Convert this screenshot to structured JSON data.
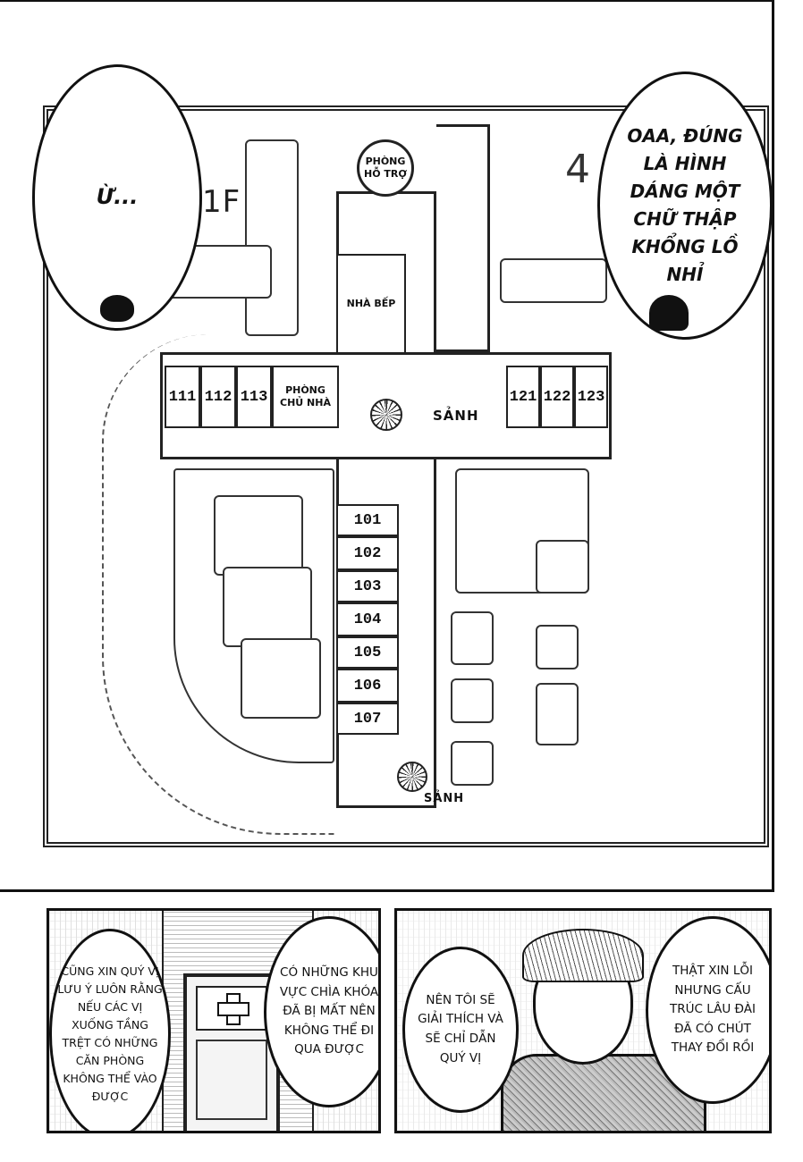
{
  "map": {
    "floor": "1F",
    "rooms_left_wing": [
      "111",
      "112",
      "113"
    ],
    "owner_room": "PHÒNG CHỦ NHÀ",
    "rooms_right_wing": [
      "121",
      "122",
      "123"
    ],
    "rooms_south": [
      "101",
      "102",
      "103",
      "104",
      "105",
      "106",
      "107"
    ],
    "support_room": "PHÒNG HỖ TRỢ",
    "kitchen": "NHÀ BẾP",
    "hall_center": "SẢNH",
    "hall_south": "SẢNH",
    "compass": "4"
  },
  "bubbles": {
    "left_top": "Ừ...",
    "right_top": "OAA, ĐÚNG LÀ HÌNH DÁNG MỘT CHỮ THẬP KHỔNG LỒ NHỈ",
    "panel1_left": "CŨNG XIN QUÝ VỊ LƯU Ý LUÔN RẰNG NẾU CÁC VỊ XUỐNG TẦNG TRỆT CÓ NHỮNG CĂN PHÒNG KHÔNG THỂ VÀO ĐƯỢC",
    "panel1_right": "CÓ NHỮNG KHU VỰC CHÌA KHÓA ĐÃ BỊ MẤT NÊN KHÔNG THỂ ĐI QUA ĐƯỢC",
    "panel2_left": "NÊN TÔI SẼ GIẢI THÍCH VÀ SẼ CHỈ DẪN QUÝ VỊ",
    "panel2_right": "THẬT XIN LỖI NHƯNG CẤU TRÚC LÂU ĐÀI ĐÃ CÓ CHÚT THAY ĐỔI RỒI"
  }
}
